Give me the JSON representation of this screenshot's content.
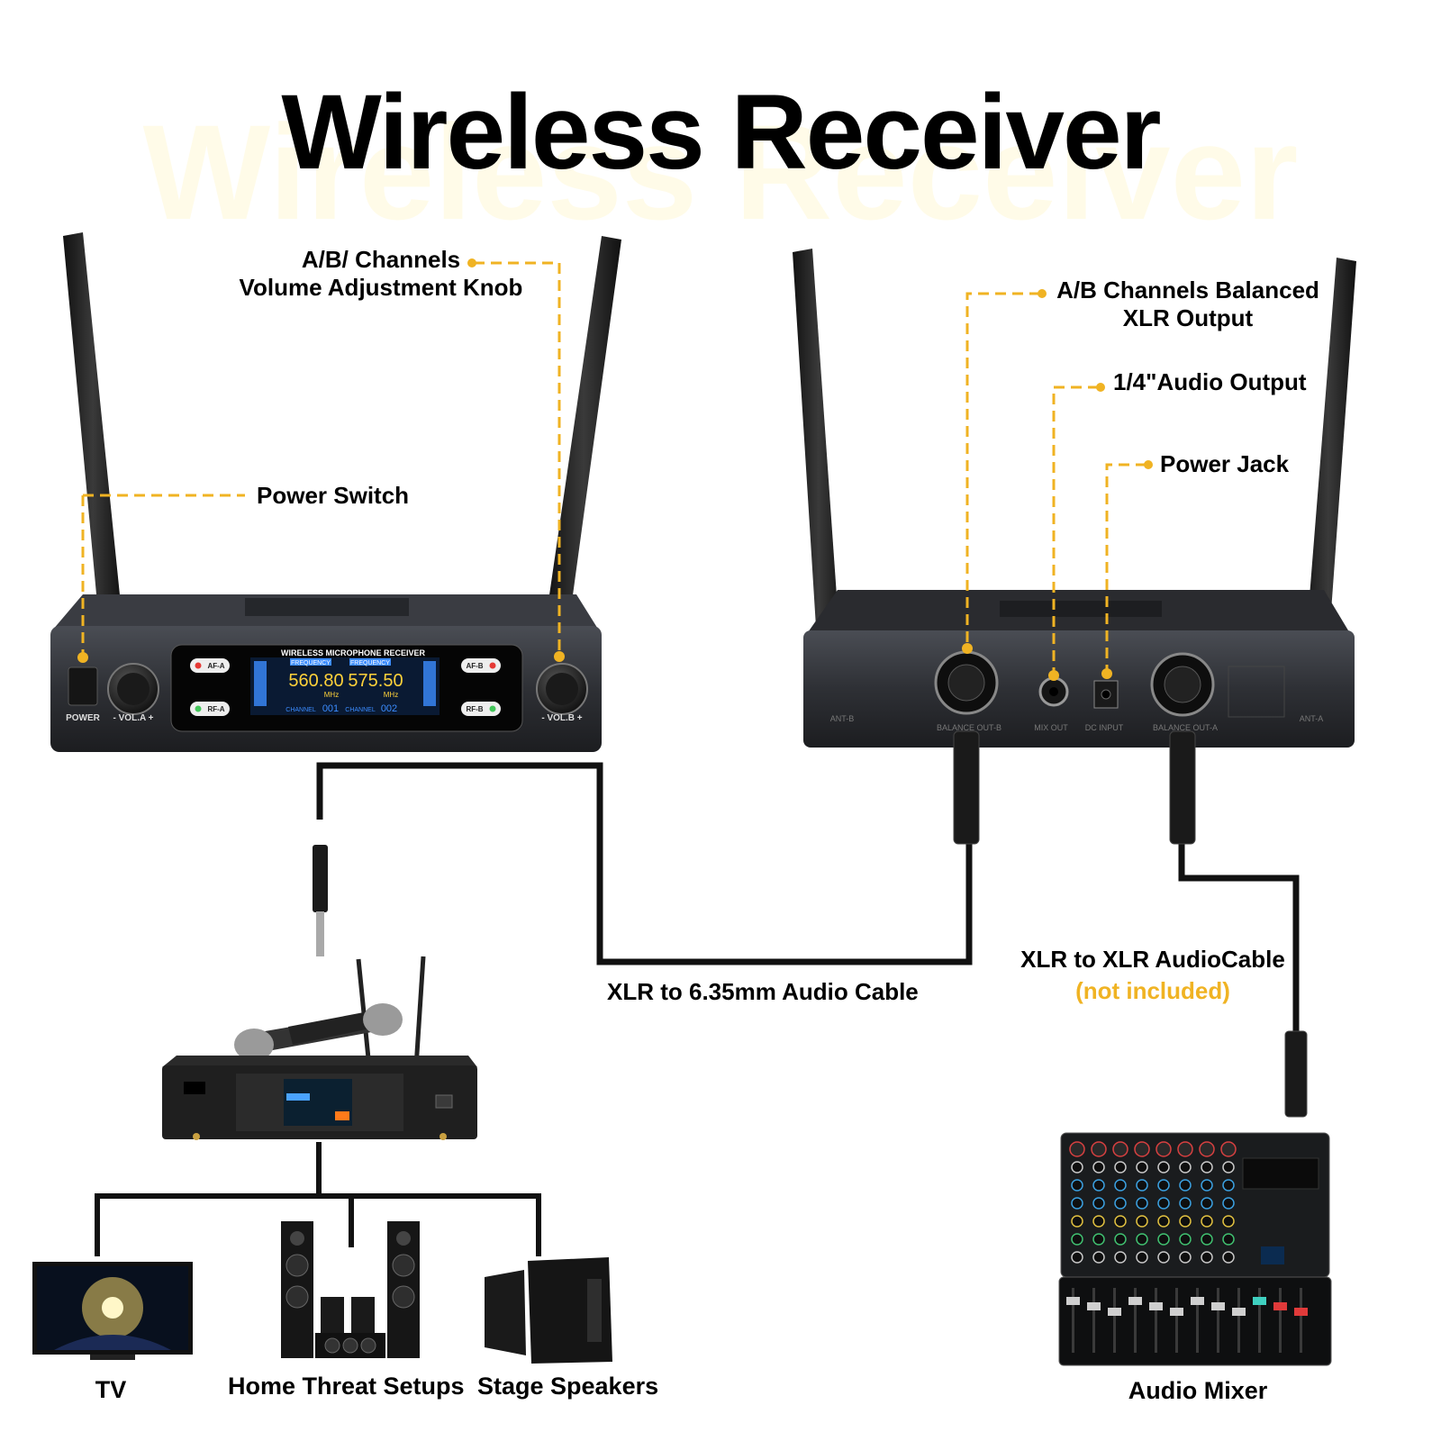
{
  "title": "Wireless Receiver",
  "colors": {
    "callout": "#f0b323",
    "device": "#2e3035",
    "cable": "#111111"
  },
  "front_unit": {
    "screen_heading": "WIRELESS MICROPHONE RECEIVER",
    "freq_label": "FREQUENCY",
    "freq_a": "560.80",
    "freq_b": "575.50",
    "unit": "MHz",
    "channel_label": "CHANNEL",
    "channel_a": "001",
    "channel_b": "002",
    "af_a": "AF-A",
    "rf_a": "RF-A",
    "af_b": "AF-B",
    "rf_b": "RF-B",
    "power": "POWER",
    "vol_a": "- VOL.A +",
    "vol_b": "- VOL.B +"
  },
  "back_unit": {
    "ant_b": "ANT-B",
    "ant_a": "ANT-A",
    "out_b": "BALANCE OUT-B",
    "mix_out": "MIX OUT",
    "dc_input": "DC INPUT",
    "out_a": "BALANCE OUT-A"
  },
  "callouts": {
    "volume_knob_line1": "A/B/ Channels",
    "volume_knob_line2": "Volume Adjustment Knob",
    "power_switch": "Power Switch",
    "xlr_output_line1": "A/B Channels Balanced",
    "xlr_output_line2": "XLR Output",
    "audio_output": "1/4\"Audio Output",
    "power_jack": "Power Jack"
  },
  "cables": {
    "xlr_to_635": "XLR to 6.35mm Audio Cable",
    "xlr_to_xlr": "XLR to XLR AudioCable",
    "xlr_to_xlr_note": "(not included)"
  },
  "devices": {
    "tv": "TV",
    "home_theater": "Home Threat Setups",
    "stage_speakers": "Stage Speakers",
    "audio_mixer": "Audio Mixer"
  }
}
